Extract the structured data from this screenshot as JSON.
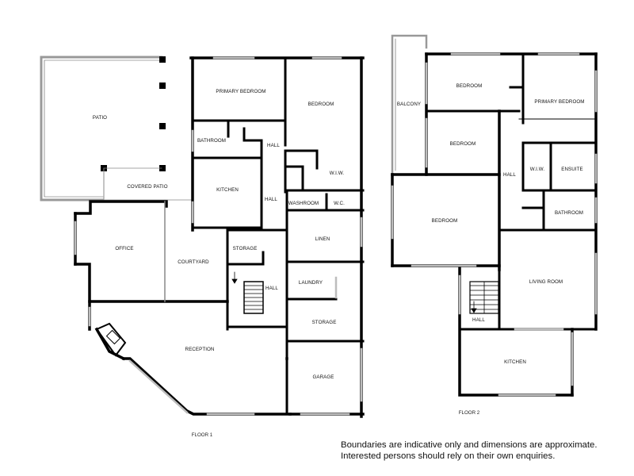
{
  "floor1": {
    "label": "FLOOR 1",
    "rooms": {
      "patio": "PATIO",
      "covered_patio": "COVERED PATIO",
      "primary_bedroom": "PRIMARY BEDROOM",
      "bedroom": "BEDROOM",
      "bathroom": "BATHROOM",
      "hall_top": "HALL",
      "wiw": "W.I.W.",
      "kitchen": "KITCHEN",
      "hall_mid": "HALL",
      "washroom": "WASHROOM",
      "wc": "W.C.",
      "office": "OFFICE",
      "courtyard": "COURTYARD",
      "storage_a": "STORAGE",
      "linen": "LINEN",
      "laundry": "LAUNDRY",
      "hall_stairs": "HALL",
      "storage_b": "STORAGE",
      "reception": "RECEPTION",
      "garage": "GARAGE"
    }
  },
  "floor2": {
    "label": "FLOOR 2",
    "rooms": {
      "balcony": "BALCONY",
      "bedroom_1": "BEDROOM",
      "primary_bedroom": "PRIMARY BEDROOM",
      "bedroom_2": "BEDROOM",
      "hall": "HALL",
      "wiw": "W.I.W.",
      "ensuite": "ENSUITE",
      "bedroom_3": "BEDROOM",
      "bathroom": "BATHROOM",
      "living_room": "LIVING ROOM",
      "hall_stairs": "HALL",
      "kitchen": "KITCHEN"
    }
  },
  "disclaimer": {
    "line1": "Boundaries are indicative only and dimensions are approximate.",
    "line2": "Interested persons should rely on their own enquiries."
  },
  "colors": {
    "wall": "#000000",
    "window": "#bdbdbd",
    "background": "#ffffff"
  }
}
